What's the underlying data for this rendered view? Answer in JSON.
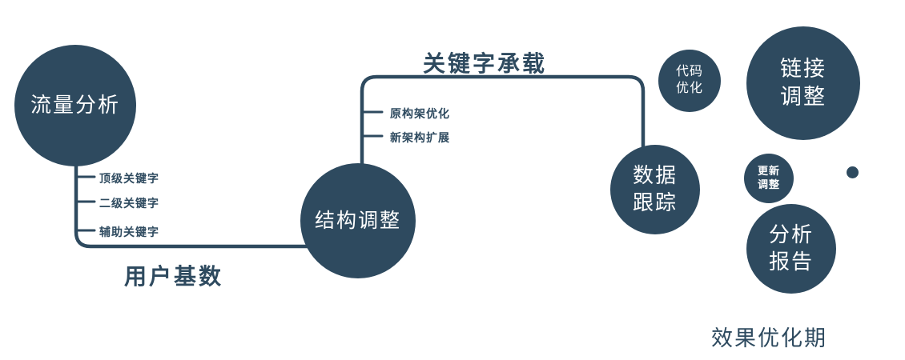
{
  "colors": {
    "primary": "#2e4a5f",
    "circle_text": "#ffffff"
  },
  "nodes": {
    "traffic_analysis": {
      "lines": [
        "流量分析"
      ]
    },
    "structure_adjustment": {
      "lines": [
        "结构调整"
      ]
    },
    "data_tracking": {
      "lines": [
        "数据",
        "跟踪"
      ]
    },
    "code_optimization": {
      "lines": [
        "代码",
        "优化"
      ]
    },
    "link_adjustment": {
      "lines": [
        "链接",
        "调整"
      ]
    },
    "update_adjustment": {
      "lines": [
        "更新",
        "调整"
      ]
    },
    "analysis_report": {
      "lines": [
        "分析",
        "报告"
      ]
    }
  },
  "edge_labels": {
    "user_base": "用户基数",
    "keyword_carrying": "关键字承载"
  },
  "branches": {
    "traffic": [
      "顶级关键字",
      "二级关键字",
      "辅助关键字"
    ],
    "structure": [
      "原构架优化",
      "新架构扩展"
    ]
  },
  "caption": "效果优化期"
}
